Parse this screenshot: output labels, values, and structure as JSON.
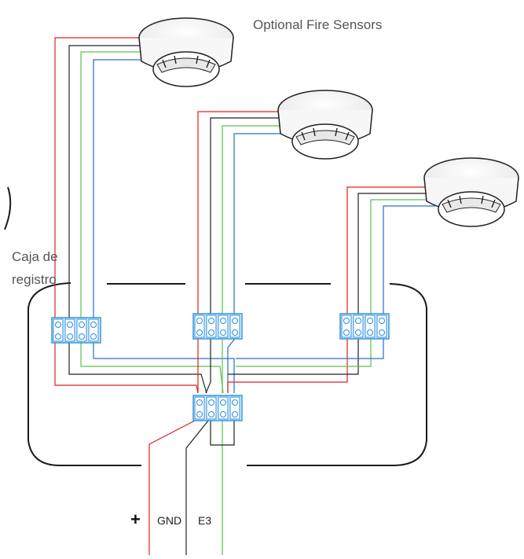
{
  "title": "Optional Fire Sensors",
  "box_label_line1": "Caja de",
  "box_label_line2": "registro",
  "terminals": {
    "plus": "+",
    "gnd": "GND",
    "e3": "E3"
  },
  "colors": {
    "red": "#e02020",
    "black": "#222222",
    "green": "#5cc050",
    "blue": "#2a6fc9",
    "block": "#2a8fd8",
    "blockFill": "#dcefff",
    "box": "#1a1a1a"
  }
}
